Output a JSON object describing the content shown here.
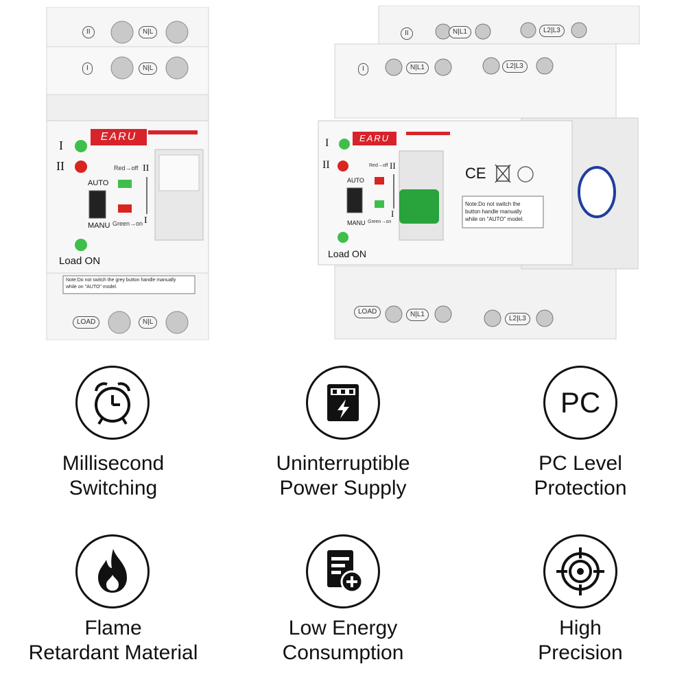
{
  "products": {
    "left": {
      "brand": "EARU",
      "source_top": "II",
      "source_mid": "I",
      "terminal": "N|L",
      "indicator_1": "I",
      "indicator_2": "II",
      "auto": "AUTO",
      "manu": "MANU",
      "red_off": "Red→off",
      "green_on": "Green→on",
      "scale_top": "II",
      "scale_bottom": "I",
      "load_on": "Load ON",
      "note_line1": "Note:Do not switch the grey button handle manually",
      "note_line2": "while on \"AUTO\" model.",
      "load": "LOAD"
    },
    "right": {
      "brand": "EARU",
      "source_top": "II",
      "source_mid": "I",
      "terminal_nl1": "N|L1",
      "terminal_l2l3": "L2|L3",
      "indicator_1": "I",
      "indicator_2": "II",
      "auto": "AUTO",
      "manu": "MANU",
      "red_off": "Red→off",
      "green_on": "Green→on",
      "scale_top": "II",
      "scale_bottom": "I",
      "load_on": "Load ON",
      "ce": "CE",
      "note_line1": "Note:Do not switch the",
      "note_line2": "button handle manually",
      "note_line3": "while on \"AUTO\" model.",
      "load": "LOAD"
    }
  },
  "features": [
    {
      "icon": "alarm-clock-icon",
      "line1": "Millisecond",
      "line2": "Switching"
    },
    {
      "icon": "power-supply-icon",
      "line1": "Uninterruptible",
      "line2": "Power Supply"
    },
    {
      "icon": "pc-text-icon",
      "icon_text": "PC",
      "line1": "PC Level",
      "line2": "Protection"
    },
    {
      "icon": "flame-icon",
      "line1": "Flame",
      "line2": "Retardant Material"
    },
    {
      "icon": "energy-document-icon",
      "line1": "Low Energy",
      "line2": "Consumption"
    },
    {
      "icon": "target-icon",
      "line1": "High",
      "line2": "Precision"
    }
  ],
  "colors": {
    "brand_red": "#d8232a",
    "handle_green": "#29a33c",
    "led_green": "#3fbf4a",
    "led_red": "#d9241f",
    "body_white": "#f2f2f2"
  }
}
